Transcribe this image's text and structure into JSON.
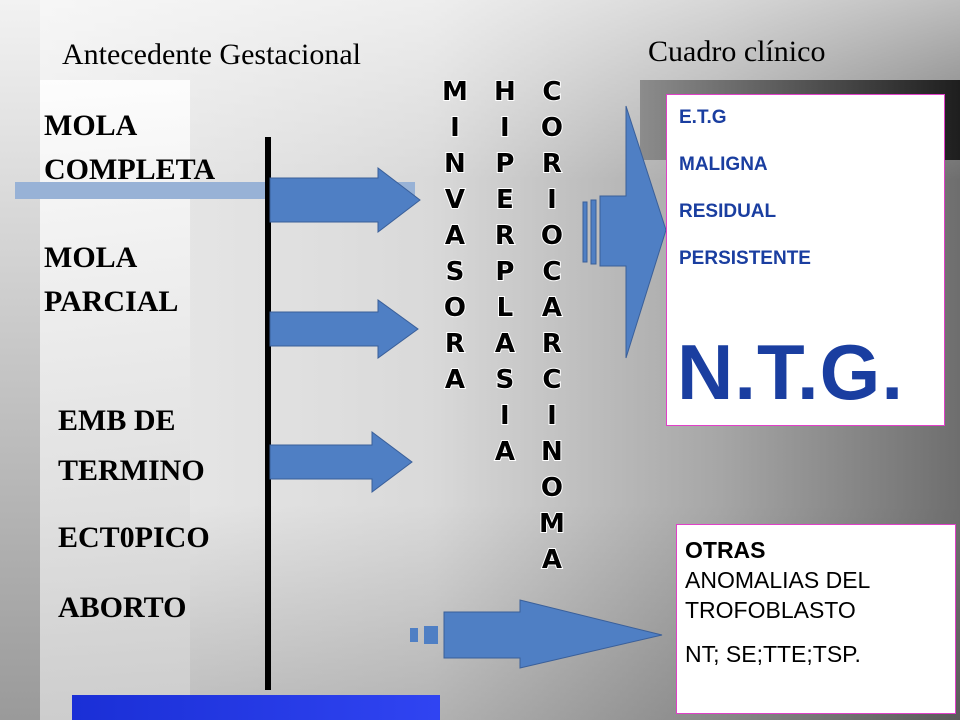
{
  "headers": {
    "left": "Antecedente Gestacional",
    "right": "Cuadro clínico"
  },
  "left_labels": {
    "mola_completa": [
      "MOLA",
      "COMPLETA"
    ],
    "mola_parcial": [
      "MOLA",
      "PARCIAL"
    ],
    "emb_termino": [
      "EMB DE",
      "TERMINO"
    ],
    "ectopico": "ECT0PICO",
    "aborto": "ABORTO"
  },
  "vertical_words": {
    "invasora": [
      "M",
      "I",
      "N",
      "V",
      "A",
      "S",
      "O",
      "R",
      "A"
    ],
    "hiperplasia": [
      "H",
      "I",
      "P",
      "E",
      "R",
      "P",
      "L",
      "A",
      "S",
      "I",
      "A"
    ],
    "coriocarcinoma": [
      "C",
      "O",
      "R",
      "I",
      "O",
      "C",
      "A",
      "R",
      "C",
      "I",
      "N",
      "O",
      "M",
      "A"
    ]
  },
  "clinical_box": {
    "items": [
      "E.T.G",
      "MALIGNA",
      "RESIDUAL",
      "PERSISTENTE"
    ],
    "big_text": "N.T.G."
  },
  "other_box": {
    "title": "OTRAS",
    "lines": [
      "ANOMALIAS DEL",
      "TROFOBLASTO"
    ],
    "codes": "NT; SE;TTE;TSP."
  },
  "colors": {
    "arrow_fill": "#4f7fc4",
    "text_blue": "#1a3ea0",
    "box_border": "#e040c8",
    "band_blue": "#98b2d6",
    "bottom_bar": "#2438e6"
  }
}
